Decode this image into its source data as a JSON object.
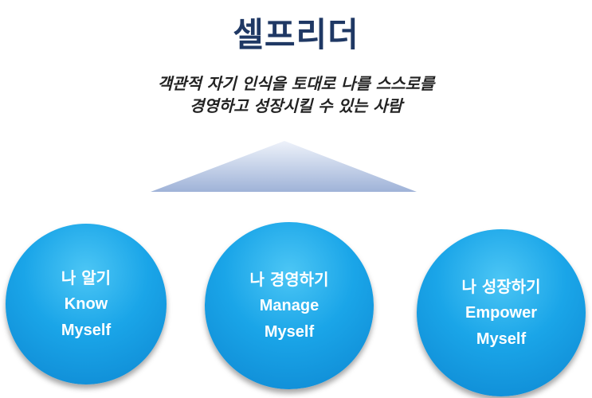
{
  "title": "셀프리더",
  "subtitle": {
    "line1": "객관적 자기 인식을 토대로 나를 스스로를",
    "line2": "경영하고 성장시킬 수 있는 사람"
  },
  "circles": [
    {
      "label": "나 알기",
      "en1": "Know",
      "en2": "Myself"
    },
    {
      "label": "나 경영하기",
      "en1": "Manage",
      "en2": "Myself"
    },
    {
      "label": "나 성장하기",
      "en1": "Empower",
      "en2": "Myself"
    }
  ]
}
